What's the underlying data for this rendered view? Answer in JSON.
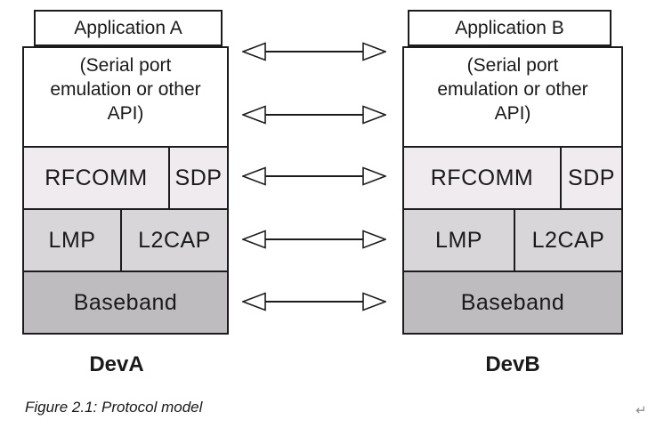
{
  "colors": {
    "outline": "#1c1c1c",
    "white_fill": "#ffffff",
    "upper_layer_fill": "#efebef",
    "middle_layer_fill": "#d9d6d9",
    "baseband_fill": "#bfbcbf",
    "return_mark_gray": "#8a8a8a"
  },
  "devices": [
    {
      "label": "DevA",
      "application": "Application A",
      "api_lines": [
        "(Serial port",
        "emulation or other",
        "API)"
      ],
      "layers": {
        "rfcomm": "RFCOMM",
        "sdp": "SDP",
        "lmp": "LMP",
        "l2cap": "L2CAP",
        "baseband": "Baseband"
      }
    },
    {
      "label": "DevB",
      "application": "Application B",
      "api_lines": [
        "(Serial port",
        "emulation or other",
        "API)"
      ],
      "layers": {
        "rfcomm": "RFCOMM",
        "sdp": "SDP",
        "lmp": "LMP",
        "l2cap": "L2CAP",
        "baseband": "Baseband"
      }
    }
  ],
  "caption": "Figure 2.1: Protocol model",
  "return_mark": "↵"
}
